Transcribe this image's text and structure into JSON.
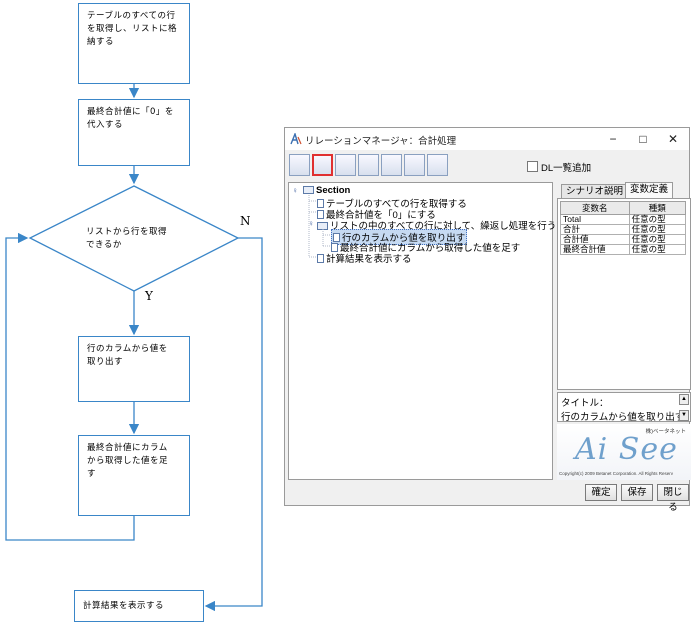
{
  "flowchart": {
    "step1": "テーブルのすべての行\nを取得し、リストに格\n納する",
    "step2": "最終合計値に「0」を\n代入する",
    "decision": "リストから行を取得\nできるか",
    "no_label": "N",
    "yes_label": "Y",
    "step3": "行のカラムから値を\n取り出す",
    "step4": "最終合計値にカラム\nから取得した値を足\nす",
    "step5": "計算結果を表示する"
  },
  "window": {
    "title": "リレーションマネージャ：合計処理",
    "minimize": "−",
    "maximize": "□",
    "close": "✕",
    "dl_checkbox": "DL一覧追加",
    "tree": {
      "root": "Section",
      "item1": "テーブルのすべての行を取得する",
      "item2": "最終合計値を「0」にする",
      "loop": "リストの中のすべての行に対して、繰返し処理を行う",
      "loop_child1": "行のカラムから値を取り出す",
      "loop_child2": "最終合計値にカラムから取得した値を足す",
      "item3": "計算結果を表示する"
    },
    "tabs": {
      "scenario": "シナリオ説明",
      "vars": "変数定義"
    },
    "vars_table": {
      "headers": [
        "変数名",
        "種類"
      ],
      "rows": [
        [
          "Total",
          "任意の型"
        ],
        [
          "合計",
          "任意の型"
        ],
        [
          "合計値",
          "任意の型"
        ],
        [
          "最終合計値",
          "任意の型"
        ]
      ]
    },
    "title_label": "タイトル：",
    "title_value": "行のカラムから値を取り出す",
    "logo": {
      "company": "株)ベータネット",
      "mark": "Ai See",
      "copyright": "Copyright(c) 2009 Betanet Corporation. All Rights Reserv"
    },
    "buttons": {
      "confirm": "確定",
      "save": "保存",
      "close": "閉じる"
    }
  }
}
